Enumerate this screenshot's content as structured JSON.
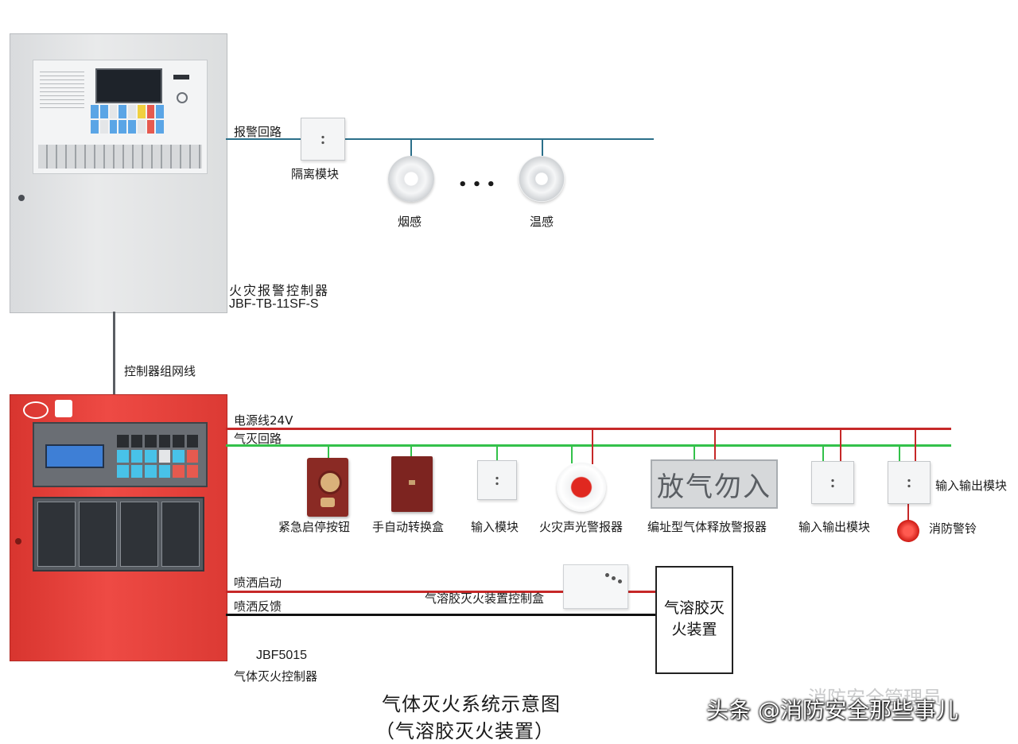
{
  "colors": {
    "alarm_loop": "#2b6f8a",
    "power_line": "#c62828",
    "gas_loop": "#33c14a",
    "feedback_line": "#111111",
    "controller_red": "#e2403a",
    "controller_grey": "#dfe1e3"
  },
  "fire_alarm_controller": {
    "name": "火灾报警控制器",
    "model": "JBF-TB-11SF-S"
  },
  "alarm_loop": {
    "label": "报警回路",
    "isolation_module": "隔离模块",
    "smoke_detector": "烟感",
    "heat_detector": "温感",
    "ellipsis": "• • •"
  },
  "network_label": "控制器组网线",
  "gas_controller": {
    "model": "JBF5015",
    "name": "气体灭火控制器",
    "sign": "放气勿入"
  },
  "lines": {
    "power": "电源线24V",
    "gas_loop": "气灭回路",
    "spray_start": "喷洒启动",
    "spray_feedback": "喷洒反馈"
  },
  "devices": {
    "emergency_stop": "紧急启停按钮",
    "manual_auto_switch": "手自动转换盒",
    "input_module": "输入模块",
    "sound_light_alarm": "火灾声光警报器",
    "gas_release_alarm": "编址型气体释放警报器",
    "io_module": "输入输出模块",
    "io_module_2": "输入输出模块",
    "fire_bell": "消防警铃",
    "aerosol_control_box": "气溶胶灭火装置控制盒",
    "aerosol_device": "气溶胶灭\n火装置"
  },
  "title": {
    "line1": "气体灭火系统示意图",
    "line2": "（气溶胶灭火装置）"
  },
  "watermark": {
    "caption": "头条 @消防安全那些事儿",
    "faint": "消防安全管理员"
  }
}
